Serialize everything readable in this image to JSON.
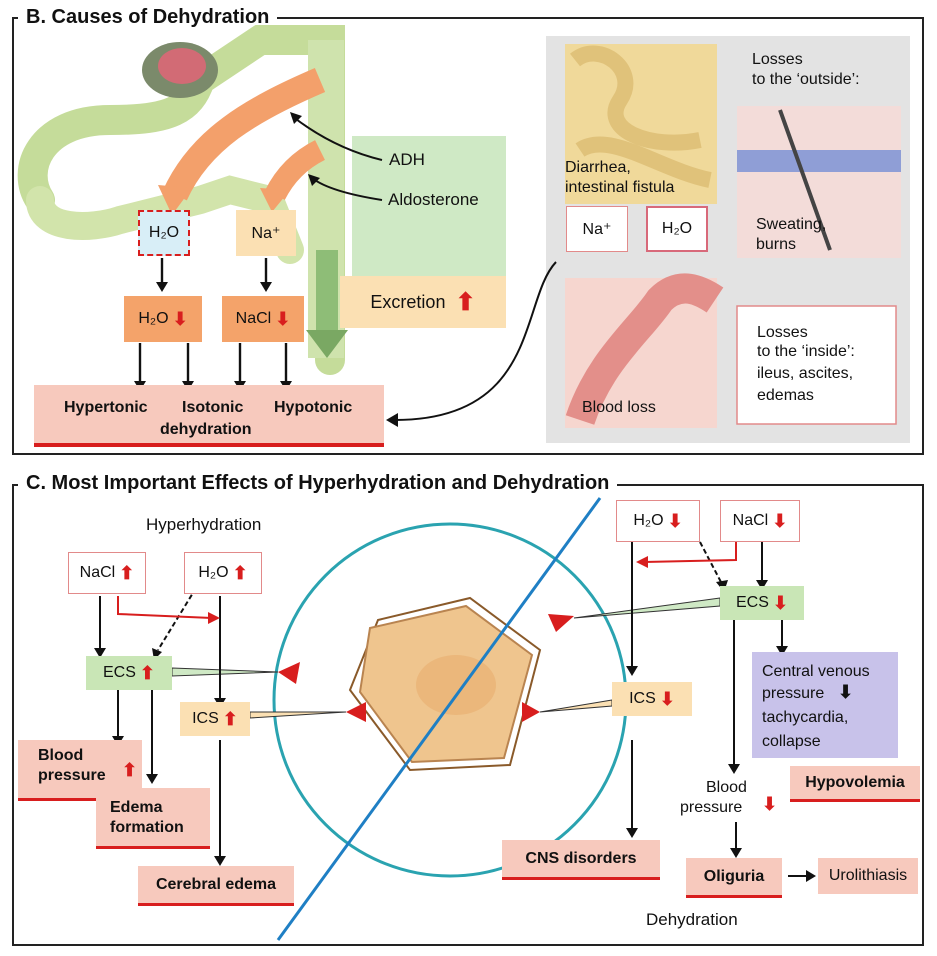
{
  "section_b": {
    "title": "B.  Causes of Dehydration",
    "adh": "ADH",
    "aldosterone": "Aldosterone",
    "h2o_box": "H₂O",
    "na_box": "Na⁺",
    "h2o_down": "H₂O",
    "nacl_down": "NaCl",
    "excretion": "Excretion",
    "hypertonic": "Hypertonic",
    "isotonic": "Isotonic",
    "hypotonic": "Hypotonic",
    "dehydration": "dehydration",
    "losses_outside_1": "Losses",
    "losses_outside_2": "to the ‘outside’:",
    "diarrhea_1": "Diarrhea,",
    "diarrhea_2": "intestinal fistula",
    "sweat_1": "Sweating,",
    "sweat_2": "burns",
    "na_small": "Na⁺",
    "h2o_small": "H₂O",
    "blood_loss": "Blood loss",
    "losses_inside_1": "Losses",
    "losses_inside_2": "to the ‘inside’:",
    "losses_inside_3": "ileus, ascites,",
    "losses_inside_4": "edemas"
  },
  "section_c": {
    "title": "C.  Most Important Effects of Hyperhydration and Dehydration",
    "hyperhydration": "Hyperhydration",
    "dehydration": "Dehydration",
    "nacl_left": "NaCl",
    "h2o_left": "H₂O",
    "ecs_left": "ECS",
    "ics_left": "ICS",
    "blood_pressure_1": "Blood",
    "blood_pressure_2": "pressure",
    "edema_1": "Edema",
    "edema_2": "formation",
    "cerebral_edema": "Cerebral edema",
    "h2o_right": "H₂O",
    "nacl_right": "NaCl",
    "ecs_right": "ECS",
    "ics_right": "ICS",
    "cvp_1": "Central venous",
    "cvp_2": "pressure",
    "cvp_3": "tachycardia,",
    "cvp_4": "collapse",
    "hypovolemia": "Hypovolemia",
    "bp_right_1": "Blood",
    "bp_right_2": "pressure",
    "cns": "CNS disorders",
    "oliguria": "Oliguria",
    "urolithiasis": "Urolithiasis"
  },
  "colors": {
    "red": "#d81e1e",
    "salmon": "#f7c9bd",
    "orange": "#f4a36a",
    "peach": "#fbe0b3",
    "green": "#c9e6b6",
    "lavender": "#c8c2ea",
    "gray_panel": "#e3e3e3",
    "teal": "#2aa3b0",
    "blue_line": "#1f7fc4"
  }
}
